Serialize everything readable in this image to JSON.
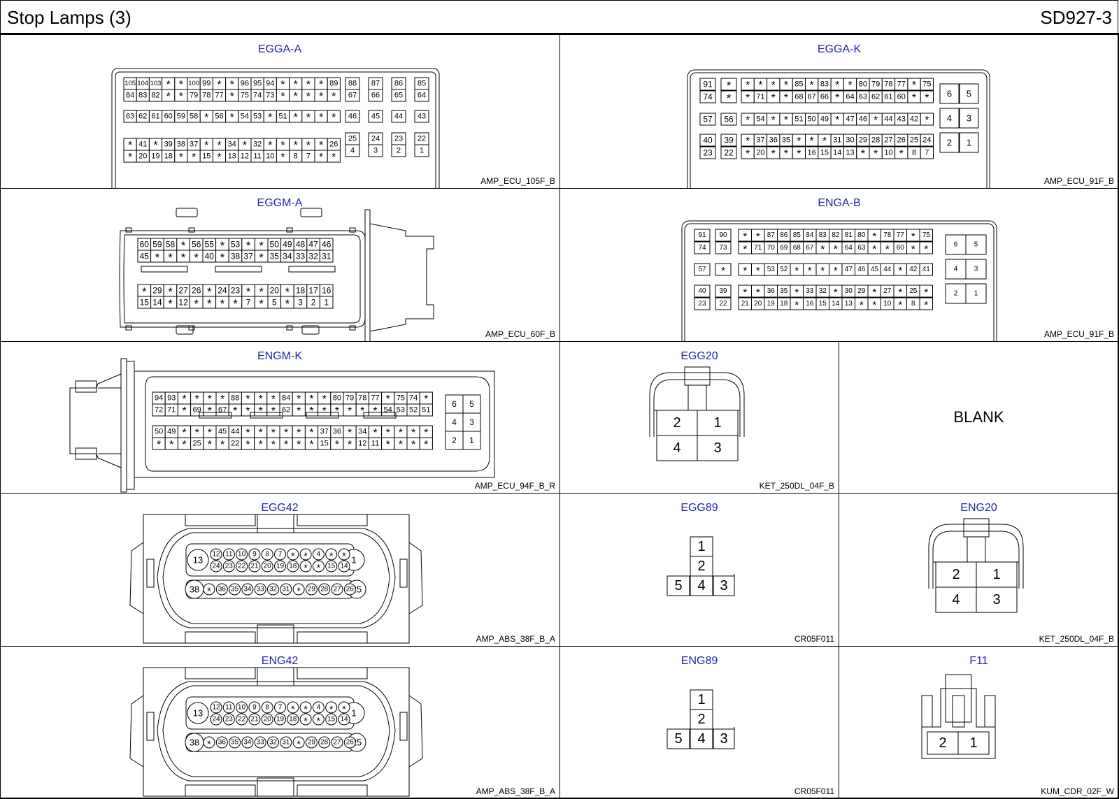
{
  "header": {
    "title": "Stop Lamps (3)",
    "code": "SD927-3"
  },
  "connectors": [
    {
      "id": "p1",
      "name": "EGGA-A",
      "type": "AMP_ECU_105F_B",
      "rows": [
        [
          "105",
          "104",
          "103",
          "*",
          "*",
          "100",
          "99",
          "*",
          "*",
          "96",
          "95",
          "94",
          "*",
          "*",
          "*",
          "*",
          "89"
        ],
        [
          "84",
          "83",
          "82",
          "*",
          "*",
          "79",
          "78",
          "77",
          "*",
          "75",
          "74",
          "73",
          "*",
          "*",
          "*",
          "*",
          "*"
        ],
        [
          "63",
          "62",
          "61",
          "60",
          "59",
          "58",
          "*",
          "56",
          "*",
          "54",
          "53",
          "*",
          "51",
          "*",
          "*",
          "*",
          "*"
        ],
        [
          "*",
          "41",
          "*",
          "39",
          "38",
          "37",
          "*",
          "*",
          "34",
          "*",
          "32",
          "*",
          "*",
          "*",
          "*",
          "*",
          "26"
        ],
        [
          "*",
          "20",
          "19",
          "18",
          "*",
          "*",
          "15",
          "*",
          "13",
          "12",
          "11",
          "10",
          "*",
          "8",
          "7",
          "*",
          "*"
        ]
      ],
      "side": [
        [
          "88",
          "87",
          "86",
          "85"
        ],
        [
          "67",
          "66",
          "65",
          "64"
        ],
        [
          "46",
          "45",
          "44",
          "43"
        ],
        [
          "25",
          "24",
          "23",
          "22"
        ],
        [
          "4",
          "3",
          "2",
          "1"
        ]
      ]
    },
    {
      "id": "p2",
      "name": "EGGA-K",
      "type": "AMP_ECU_91F_B",
      "left": [
        [
          "91",
          "*"
        ],
        [
          "74",
          "*"
        ],
        [
          "57",
          "56"
        ],
        [
          "40",
          "39"
        ],
        [
          "23",
          "22"
        ]
      ],
      "rows": [
        [
          "*",
          "*",
          "*",
          "*",
          "85",
          "*",
          "83",
          "*",
          "*",
          "80",
          "79",
          "78",
          "77",
          "*",
          "75"
        ],
        [
          "*",
          "71",
          "*",
          "*",
          "68",
          "67",
          "66",
          "*",
          "64",
          "63",
          "62",
          "61",
          "60",
          "*",
          "*"
        ],
        [
          "*",
          "54",
          "*",
          "*",
          "51",
          "50",
          "49",
          "*",
          "47",
          "46",
          "*",
          "44",
          "43",
          "42",
          "*"
        ],
        [
          "*",
          "37",
          "36",
          "35",
          "*",
          "*",
          "*",
          "31",
          "30",
          "29",
          "28",
          "27",
          "26",
          "25",
          "24"
        ],
        [
          "*",
          "20",
          "*",
          "*",
          "*",
          "16",
          "15",
          "14",
          "13",
          "*",
          "*",
          "10",
          "*",
          "8",
          "7"
        ]
      ],
      "side": [
        [
          "6",
          "5"
        ],
        [
          "4",
          "3"
        ],
        [
          "2",
          "1"
        ]
      ]
    },
    {
      "id": "p3",
      "name": "EGGM-A",
      "type": "AMP_ECU_60F_B",
      "rows": [
        [
          "60",
          "59",
          "58",
          "*",
          "56",
          "55",
          "*",
          "53",
          "*",
          "*",
          "50",
          "49",
          "48",
          "47",
          "46"
        ],
        [
          "45",
          "*",
          "*",
          "*",
          "*",
          "40",
          "*",
          "38",
          "37",
          "*",
          "35",
          "34",
          "33",
          "32",
          "31"
        ],
        [
          "*",
          "29",
          "*",
          "27",
          "26",
          "*",
          "24",
          "23",
          "*",
          "*",
          "20",
          "*",
          "18",
          "17",
          "16"
        ],
        [
          "15",
          "14",
          "*",
          "12",
          "*",
          "*",
          "*",
          "*",
          "7",
          "*",
          "5",
          "*",
          "3",
          "2",
          "1"
        ]
      ]
    },
    {
      "id": "p4",
      "name": "ENGA-B",
      "type": "AMP_ECU_91F_B",
      "left": [
        [
          "91",
          "90"
        ],
        [
          "74",
          "73"
        ],
        [
          "57",
          "*"
        ],
        [
          "40",
          "39"
        ],
        [
          "23",
          "22"
        ]
      ],
      "rows": [
        [
          "*",
          "*",
          "87",
          "86",
          "85",
          "84",
          "83",
          "82",
          "81",
          "80",
          "*",
          "78",
          "77",
          "*",
          "75"
        ],
        [
          "*",
          "71",
          "70",
          "69",
          "68",
          "67",
          "*",
          "*",
          "64",
          "63",
          "*",
          "*",
          "60",
          "*",
          "*"
        ],
        [
          "*",
          "*",
          "53",
          "52",
          "*",
          "*",
          "*",
          "*",
          "47",
          "46",
          "45",
          "44",
          "*",
          "42",
          "41"
        ],
        [
          "*",
          "*",
          "36",
          "35",
          "*",
          "33",
          "32",
          "*",
          "30",
          "29",
          "*",
          "27",
          "*",
          "25",
          "*"
        ],
        [
          "21",
          "20",
          "19",
          "18",
          "*",
          "16",
          "15",
          "14",
          "13",
          "*",
          "*",
          "10",
          "*",
          "8",
          "*"
        ]
      ],
      "side": [
        [
          "6",
          "5"
        ],
        [
          "4",
          "3"
        ],
        [
          "2",
          "1"
        ]
      ]
    },
    {
      "id": "p5",
      "name": "ENGM-K",
      "type": "AMP_ECU_94F_B_R",
      "rows": [
        [
          "94",
          "93",
          "*",
          "*",
          "*",
          "*",
          "88",
          "*",
          "*",
          "*",
          "84",
          "*",
          "*",
          "*",
          "80",
          "79",
          "78",
          "77",
          "*",
          "75",
          "74",
          "*"
        ],
        [
          "72",
          "71",
          "*",
          "69",
          "*",
          "67",
          "*",
          "*",
          "*",
          "*",
          "62",
          "*",
          "*",
          "*",
          "*",
          "*",
          "*",
          "*",
          "54",
          "53",
          "52",
          "51"
        ],
        [
          "50",
          "49",
          "*",
          "*",
          "*",
          "45",
          "44",
          "*",
          "*",
          "*",
          "*",
          "*",
          "*",
          "37",
          "36",
          "*",
          "34",
          "*",
          "*",
          "*",
          "*",
          "*"
        ],
        [
          "*",
          "*",
          "*",
          "25",
          "*",
          "*",
          "22",
          "*",
          "*",
          "*",
          "*",
          "*",
          "*",
          "15",
          "*",
          "*",
          "12",
          "11",
          "*",
          "*",
          "*",
          "*"
        ]
      ],
      "side": [
        [
          "6",
          "5"
        ],
        [
          "4",
          "3"
        ],
        [
          "2",
          "1"
        ]
      ]
    },
    {
      "id": "p6",
      "name": "EGG20",
      "type": "KET_250DL_04F_B",
      "pins": [
        "2",
        "1",
        "4",
        "3"
      ]
    },
    {
      "id": "p7",
      "name": "",
      "type": "",
      "blank": "BLANK"
    },
    {
      "id": "p8",
      "name": "EGG42",
      "type": "AMP_ABS_38F_B_A",
      "big": [
        "13",
        "1",
        "38",
        "25"
      ],
      "r1": [
        "12",
        "11",
        "10",
        "9",
        "8",
        "7",
        "*",
        "*",
        "4",
        "*",
        "*"
      ],
      "r2": [
        "24",
        "23",
        "22",
        "21",
        "20",
        "19",
        "18",
        "*",
        "*",
        "15",
        "14"
      ],
      "r3": [
        "*",
        "36",
        "35",
        "34",
        "33",
        "32",
        "31",
        "*",
        "29",
        "28",
        "27",
        "26"
      ]
    },
    {
      "id": "p9",
      "name": "EGG89",
      "type": "CR05F011",
      "pins": [
        "1",
        "2",
        "5",
        "4",
        "3"
      ]
    },
    {
      "id": "p10",
      "name": "ENG20",
      "type": "KET_250DL_04F_B",
      "pins": [
        "2",
        "1",
        "4",
        "3"
      ]
    },
    {
      "id": "p11",
      "name": "ENG42",
      "type": "AMP_ABS_38F_B_A",
      "big": [
        "13",
        "1",
        "38",
        "25"
      ],
      "r1": [
        "12",
        "11",
        "10",
        "9",
        "8",
        "7",
        "*",
        "*",
        "4",
        "*",
        "*"
      ],
      "r2": [
        "24",
        "23",
        "22",
        "21",
        "20",
        "19",
        "18",
        "*",
        "*",
        "15",
        "14"
      ],
      "r3": [
        "*",
        "36",
        "35",
        "34",
        "33",
        "32",
        "31",
        "*",
        "29",
        "28",
        "27",
        "26"
      ]
    },
    {
      "id": "p12",
      "name": "ENG89",
      "type": "CR05F011",
      "pins": [
        "1",
        "2",
        "5",
        "4",
        "3"
      ]
    },
    {
      "id": "p13",
      "name": "F11",
      "type": "KUM_CDR_02F_W",
      "pins": [
        "2",
        "1"
      ]
    }
  ]
}
